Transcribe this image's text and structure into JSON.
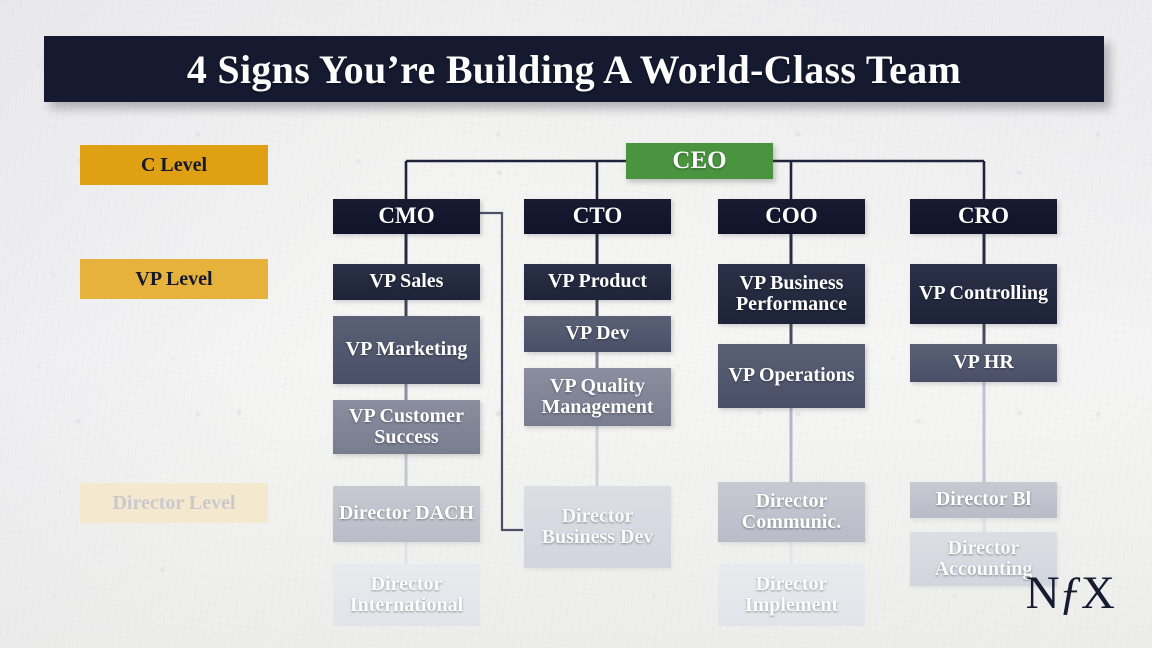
{
  "slide": {
    "title": "4 Signs You’re Building A World-Class Team",
    "logo_n": "N",
    "logo_f": "ƒ",
    "logo_x": "X"
  },
  "colors": {
    "title_bar": "#151a30",
    "ceo_green": "#4a9440",
    "clevel_navy": "#10142a",
    "level_c": "#dfa013",
    "level_vp": "#e6b23c",
    "level_director": "#f4e8cf",
    "background": "#f2f2f0"
  },
  "levels": [
    {
      "label": "C Level"
    },
    {
      "label": "VP Level"
    },
    {
      "label": "Director Level"
    }
  ],
  "root": {
    "label": "CEO"
  },
  "columns": [
    {
      "head": "CMO",
      "nodes": [
        {
          "label": "VP Sales"
        },
        {
          "label": "VP Marketing"
        },
        {
          "label": "VP Customer Success"
        },
        {
          "label": "Director DACH"
        },
        {
          "label": "Director International"
        }
      ]
    },
    {
      "head": "CTO",
      "nodes": [
        {
          "label": "VP Product"
        },
        {
          "label": "VP Dev"
        },
        {
          "label": "VP Quality Management"
        },
        {
          "label": "Director Business Dev"
        }
      ]
    },
    {
      "head": "COO",
      "nodes": [
        {
          "label": "VP Business Performance"
        },
        {
          "label": "VP Operations"
        },
        {
          "label": "Director Communic."
        },
        {
          "label": "Director Implement"
        }
      ]
    },
    {
      "head": "CRO",
      "nodes": [
        {
          "label": "VP Controlling"
        },
        {
          "label": "VP HR"
        },
        {
          "label": "Director Bl"
        },
        {
          "label": "Director Accounting"
        }
      ]
    }
  ]
}
